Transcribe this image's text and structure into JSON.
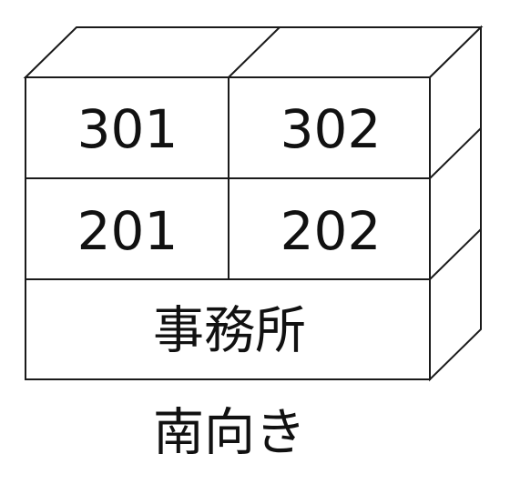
{
  "building": {
    "floor3": {
      "left_unit": "301",
      "right_unit": "302"
    },
    "floor2": {
      "left_unit": "201",
      "right_unit": "202"
    },
    "floor1": {
      "label": "事務所"
    }
  },
  "orientation_label": "南向き"
}
